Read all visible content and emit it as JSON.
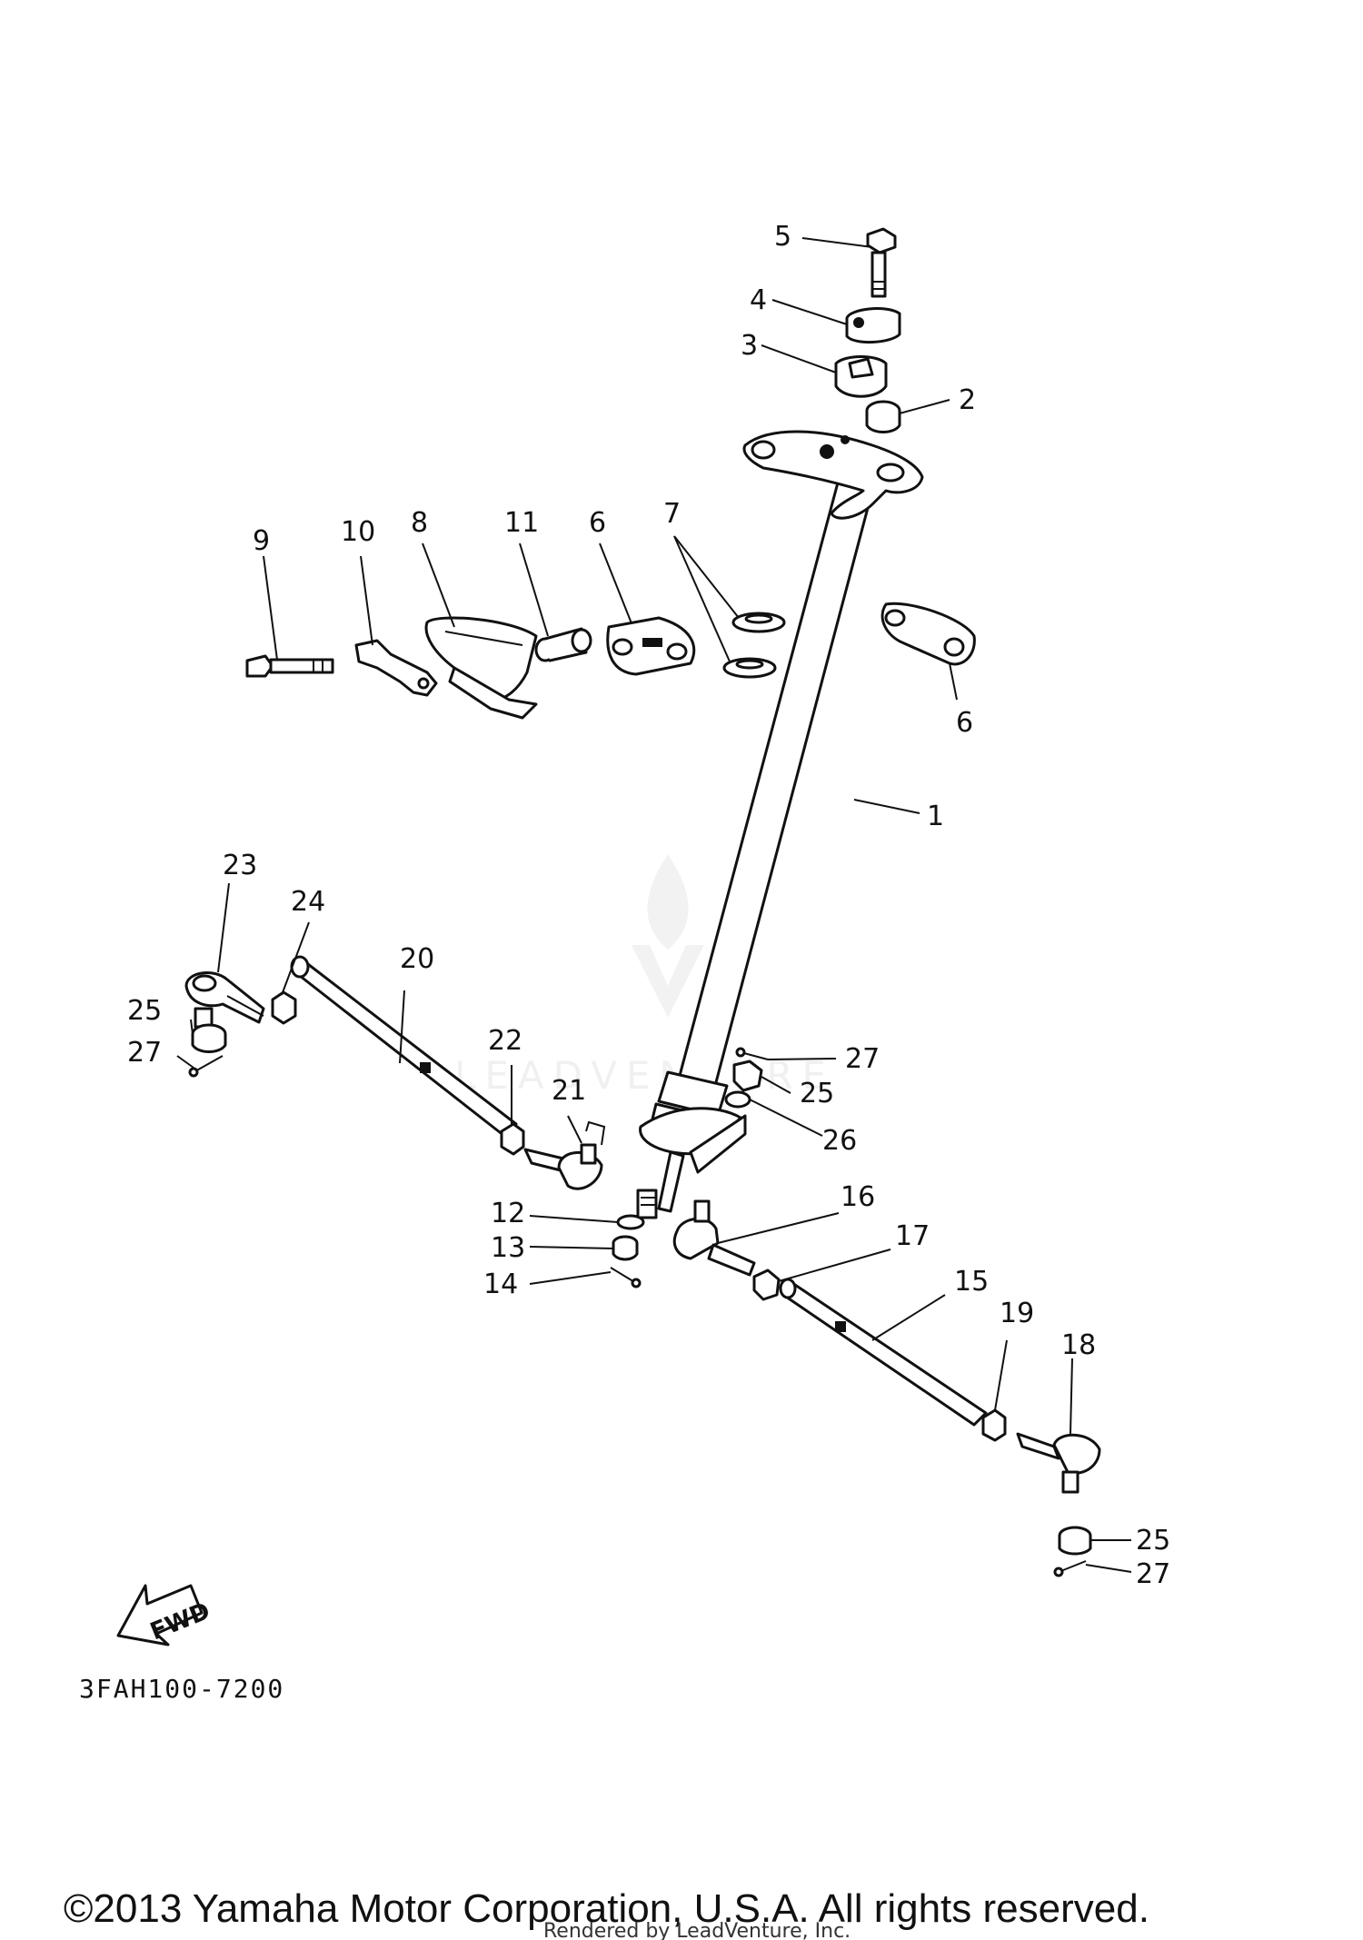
{
  "diagram": {
    "part_labels": [
      "1",
      "2",
      "3",
      "4",
      "5",
      "6",
      "6",
      "7",
      "8",
      "9",
      "10",
      "11",
      "12",
      "13",
      "14",
      "15",
      "16",
      "17",
      "18",
      "19",
      "20",
      "21",
      "22",
      "23",
      "24",
      "25",
      "25",
      "25",
      "26",
      "27",
      "27",
      "27"
    ],
    "diagram_code": "3FAH100-7200",
    "fwd_label": "FWD",
    "watermark": "LEADVENTURE"
  },
  "footer": {
    "copyright": "©2013 Yamaha Motor Corporation, U.S.A. All rights reserved.",
    "rendered_by": "Rendered by LeadVenture, Inc."
  }
}
